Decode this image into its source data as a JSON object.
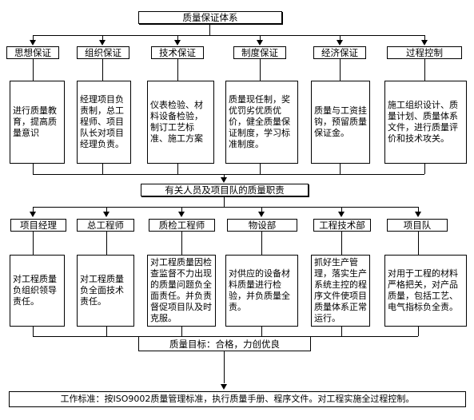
{
  "top_title": "质量保证体系",
  "guarantees": [
    {
      "label": "思想保证",
      "desc": "进行质量教育，提高质量意识"
    },
    {
      "label": "组织保证",
      "desc": "经理项目负责制，总工程师、项目队长对项目经理负责。"
    },
    {
      "label": "技术保证",
      "desc": "仪表检验、材料设备检验，制订工艺标准、施工方案"
    },
    {
      "label": "制度保证",
      "desc": "质量现任制，奖优罚劣优质优价，健全质量保证制度，学习标准制度。"
    },
    {
      "label": "经济保证",
      "desc": "质量与工资挂钩，预留质量保证金。"
    },
    {
      "label": "过程控制",
      "desc": "施工组织设计、质量计划、质量体系文件，进行质量评价和技术攻关。"
    }
  ],
  "middle_title": "有关人员及项目队的质量职责",
  "roles": [
    {
      "label": "项目经理",
      "desc": "对工程质量负组织领导责任。"
    },
    {
      "label": "总工程师",
      "desc": "对工程质量负全面技术责任。"
    },
    {
      "label": "质检工程师",
      "desc": "对工程质量因检查监督不力出现的质量问题负全面责任。并负责督促项目队及时克服。"
    },
    {
      "label": "物设部",
      "desc": "对供应的设备材料质量进行检验，并负质量全责。"
    },
    {
      "label": "工程技术部",
      "desc": "抓好生产管理，落实生产系统主控的程序文件使项目质量体系正常运行。"
    },
    {
      "label": "项目队",
      "desc": "对用于工程的材料严格把关，对产品质量，包括工艺、电气指标负全责。"
    }
  ],
  "goal": "质量目标：合格，力创优良",
  "standard": "工作标准：按ISO9002质量管理标准，执行质量手册、程序文件。对工程实施全过程控制。"
}
